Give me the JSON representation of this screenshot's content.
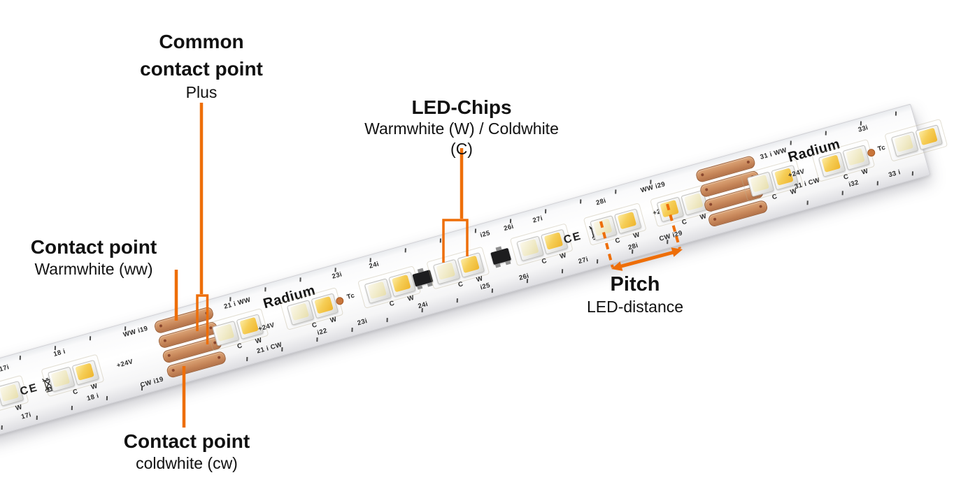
{
  "colors": {
    "annotation_orange": "#EE6E08",
    "copper": "#C9895C",
    "warm_phosphor": "#F6CE57",
    "cold_phosphor": "#F1EBC9",
    "text_black": "#111111"
  },
  "labels": {
    "common_contact": {
      "line1": "Common",
      "line2": "contact point",
      "sub": "Plus"
    },
    "led_chips": {
      "title": "LED-Chips",
      "sub1": "Warmwhite (W) / Coldwhite",
      "sub2": "(C)"
    },
    "contact_ww": {
      "title": "Contact point",
      "sub": "Warmwhite (ww)"
    },
    "contact_cw": {
      "title": "Contact point",
      "sub": "coldwhite (cw)"
    },
    "pitch": {
      "title": "Pitch",
      "sub": "LED-distance"
    }
  },
  "strip": {
    "brand": "Radium",
    "ce_text": "CE",
    "elements": [
      {
        "t": "pair",
        "s": 30,
        "g": 1
      },
      {
        "t": "mk",
        "s": 51,
        "y": 10,
        "v": "17i"
      },
      {
        "t": "mk",
        "s": 56,
        "y": 70,
        "v": "W"
      },
      {
        "t": "mk",
        "s": 63,
        "y": 84,
        "v": "17i"
      },
      {
        "t": "ce",
        "s": 77
      },
      {
        "t": "weee",
        "s": 106
      },
      {
        "t": "mk",
        "s": 133,
        "y": 10,
        "v": "18 i"
      },
      {
        "t": "pair",
        "s": 142
      },
      {
        "t": "mk",
        "s": 140,
        "y": 70,
        "v": "C"
      },
      {
        "t": "mk",
        "s": 168,
        "y": 70,
        "v": "W"
      },
      {
        "t": "mk",
        "s": 162,
        "y": 84,
        "v": "18 i"
      },
      {
        "t": "mk",
        "s": 219,
        "y": 50,
        "v": "+24V"
      },
      {
        "t": "mk",
        "s": 246,
        "y": 10,
        "v": "WW i19"
      },
      {
        "t": "mk",
        "s": 249,
        "y": 86,
        "v": "CW i19"
      },
      {
        "t": "pads",
        "s": 316
      },
      {
        "t": "pair",
        "s": 386
      },
      {
        "t": "mk",
        "s": 397,
        "y": 10,
        "v": "21 i WW"
      },
      {
        "t": "mk",
        "s": 384,
        "y": 70,
        "v": "C"
      },
      {
        "t": "mk",
        "s": 412,
        "y": 70,
        "v": "W"
      },
      {
        "t": "mk",
        "s": 428,
        "y": 54,
        "v": "+24V"
      },
      {
        "t": "mk",
        "s": 424,
        "y": 84,
        "v": "21 i CW"
      },
      {
        "t": "radium",
        "s": 471
      },
      {
        "t": "pair",
        "s": 497
      },
      {
        "t": "mk",
        "s": 495,
        "y": 70,
        "v": "C"
      },
      {
        "t": "mk",
        "s": 523,
        "y": 70,
        "v": "W"
      },
      {
        "t": "mk",
        "s": 503,
        "y": 82,
        "v": "i22"
      },
      {
        "t": "tc",
        "s": 539
      },
      {
        "t": "mk",
        "s": 556,
        "y": 44,
        "v": "Tc"
      },
      {
        "t": "mk",
        "s": 545,
        "y": 10,
        "v": "23i"
      },
      {
        "t": "mk",
        "s": 562,
        "y": 84,
        "v": "23i"
      },
      {
        "t": "mk",
        "s": 600,
        "y": 10,
        "v": "24i"
      },
      {
        "t": "pair",
        "s": 612
      },
      {
        "t": "mk",
        "s": 610,
        "y": 70,
        "v": "C"
      },
      {
        "t": "mk",
        "s": 638,
        "y": 70,
        "v": "W"
      },
      {
        "t": "mk",
        "s": 652,
        "y": 84,
        "v": "24i"
      },
      {
        "t": "trans",
        "s": 662
      },
      {
        "t": "pair",
        "s": 714
      },
      {
        "t": "mk",
        "s": 712,
        "y": 70,
        "v": "C"
      },
      {
        "t": "mk",
        "s": 740,
        "y": 70,
        "v": "W"
      },
      {
        "t": "mk",
        "s": 745,
        "y": 82,
        "v": "i25"
      },
      {
        "t": "mk",
        "s": 765,
        "y": 10,
        "v": "i25"
      },
      {
        "t": "trans",
        "s": 778
      },
      {
        "t": "mk",
        "s": 800,
        "y": 10,
        "v": "26i"
      },
      {
        "t": "mk",
        "s": 802,
        "y": 84,
        "v": "26i"
      },
      {
        "t": "pair",
        "s": 838
      },
      {
        "t": "mk",
        "s": 843,
        "y": 10,
        "v": "27i"
      },
      {
        "t": "mk",
        "s": 836,
        "y": 70,
        "v": "C"
      },
      {
        "t": "mk",
        "s": 864,
        "y": 70,
        "v": "W"
      },
      {
        "t": "mk",
        "s": 890,
        "y": 84,
        "v": "27i"
      },
      {
        "t": "ce",
        "s": 884
      },
      {
        "t": "weee",
        "s": 918
      },
      {
        "t": "mk",
        "s": 937,
        "y": 10,
        "v": "28i"
      },
      {
        "t": "pair",
        "s": 947
      },
      {
        "t": "mk",
        "s": 945,
        "y": 70,
        "v": "C"
      },
      {
        "t": "mk",
        "s": 973,
        "y": 70,
        "v": "W"
      },
      {
        "t": "mk",
        "s": 964,
        "y": 84,
        "v": "28i"
      },
      {
        "t": "mk",
        "s": 1014,
        "y": 10,
        "v": "WW i29"
      },
      {
        "t": "mk",
        "s": 1016,
        "y": 46,
        "v": "+24V"
      },
      {
        "t": "mk",
        "s": 1020,
        "y": 84,
        "v": "CW i29"
      },
      {
        "t": "pair",
        "s": 1046,
        "g": 1
      },
      {
        "t": "mk",
        "s": 1044,
        "y": 70,
        "v": "C"
      },
      {
        "t": "mk",
        "s": 1072,
        "y": 70,
        "v": "W"
      },
      {
        "t": "pads",
        "s": 1120
      },
      {
        "t": "pair",
        "s": 1180
      },
      {
        "t": "mk",
        "s": 1193,
        "y": 10,
        "v": "31 i WW"
      },
      {
        "t": "mk",
        "s": 1178,
        "y": 70,
        "v": "C"
      },
      {
        "t": "mk",
        "s": 1206,
        "y": 70,
        "v": "W"
      },
      {
        "t": "mk",
        "s": 1217,
        "y": 46,
        "v": "+24V"
      },
      {
        "t": "mk",
        "s": 1228,
        "y": 64,
        "v": "31 i CW"
      },
      {
        "t": "radium",
        "s": 1250
      },
      {
        "t": "pair",
        "s": 1286,
        "g": 1
      },
      {
        "t": "mk",
        "s": 1284,
        "y": 70,
        "v": "C"
      },
      {
        "t": "mk",
        "s": 1312,
        "y": 70,
        "v": "W"
      },
      {
        "t": "mk",
        "s": 1292,
        "y": 82,
        "v": "i32"
      },
      {
        "t": "mk",
        "s": 1326,
        "y": 10,
        "v": "33i"
      },
      {
        "t": "tc",
        "s": 1328
      },
      {
        "t": "mk",
        "s": 1344,
        "y": 44,
        "v": "Tc"
      },
      {
        "t": "mk",
        "s": 1352,
        "y": 84,
        "v": "33 i"
      },
      {
        "t": "pair",
        "s": 1394
      }
    ]
  }
}
